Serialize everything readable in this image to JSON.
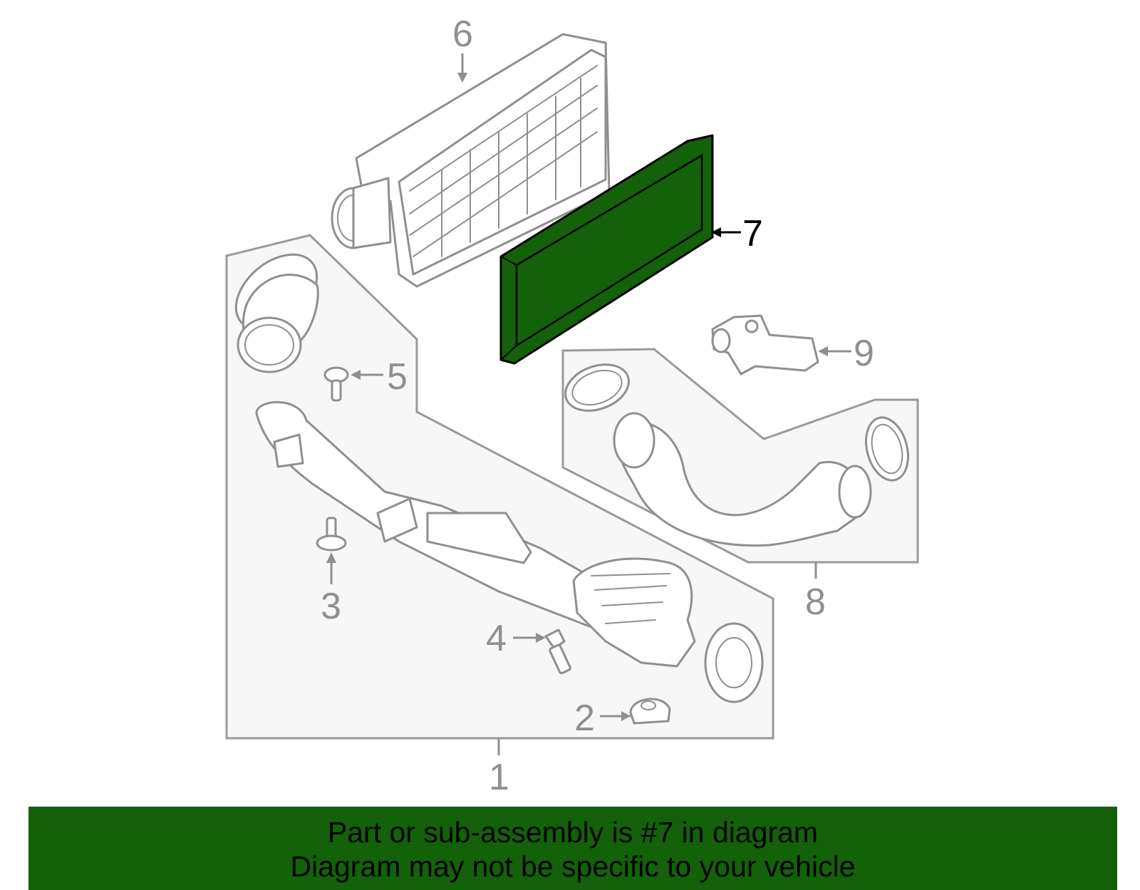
{
  "callouts": {
    "c1": "1",
    "c2": "2",
    "c3": "3",
    "c4": "4",
    "c5": "5",
    "c6": "6",
    "c7": "7",
    "c8": "8",
    "c9": "9"
  },
  "highlight": {
    "part_number": "7",
    "fill_color": "#136109"
  },
  "banner": {
    "line1": "Part or sub-assembly is #7 in diagram",
    "line2": "Diagram may not be specific to your vehicle",
    "background_color": "#136109"
  }
}
